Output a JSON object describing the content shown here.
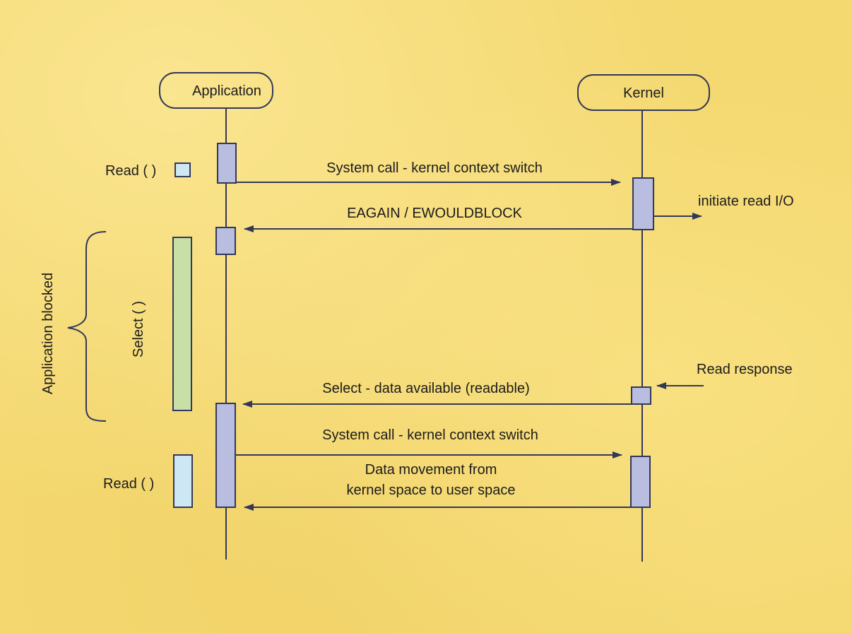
{
  "participants": {
    "application": "Application",
    "kernel": "Kernel"
  },
  "messages": {
    "syscall_1": "System call - kernel context switch",
    "eagain": "EAGAIN / EWOULDBLOCK",
    "initiate_read": "initiate read I/O",
    "read_response": "Read response",
    "select_available": "Select - data available (readable)",
    "syscall_2": "System call - kernel context switch",
    "data_movement_line1": "Data movement from",
    "data_movement_line2": "kernel space to user space"
  },
  "side_labels": {
    "read_1": "Read ( )",
    "read_2": "Read ( )",
    "select": "Select ( )",
    "app_blocked": "Application blocked"
  },
  "colors": {
    "background": "#f4d870",
    "activation_box": "#b9bde0",
    "select_bar": "#c8e0a8",
    "read_box": "#cde8f4",
    "line": "#33385a"
  }
}
